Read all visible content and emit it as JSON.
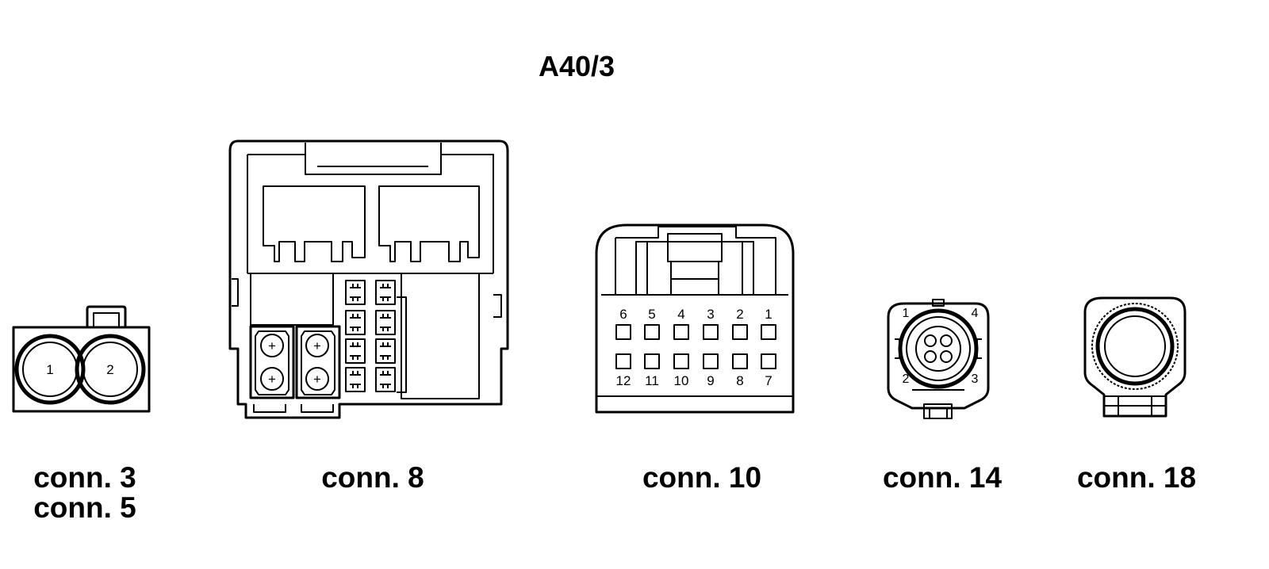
{
  "title": "A40/3",
  "connectors": {
    "c3": {
      "caption_1": "conn. 3",
      "caption_2": "conn. 5",
      "pins": [
        "1",
        "2"
      ]
    },
    "c8": {
      "caption": "conn. 8"
    },
    "c10": {
      "caption": "conn. 10",
      "pins_top": [
        "6",
        "5",
        "4",
        "3",
        "2",
        "1"
      ],
      "pins_bottom": [
        "12",
        "11",
        "10",
        "9",
        "8",
        "7"
      ]
    },
    "c14": {
      "caption": "conn. 14",
      "pins": [
        "1",
        "4",
        "2",
        "3"
      ]
    },
    "c18": {
      "caption": "conn. 18"
    }
  }
}
